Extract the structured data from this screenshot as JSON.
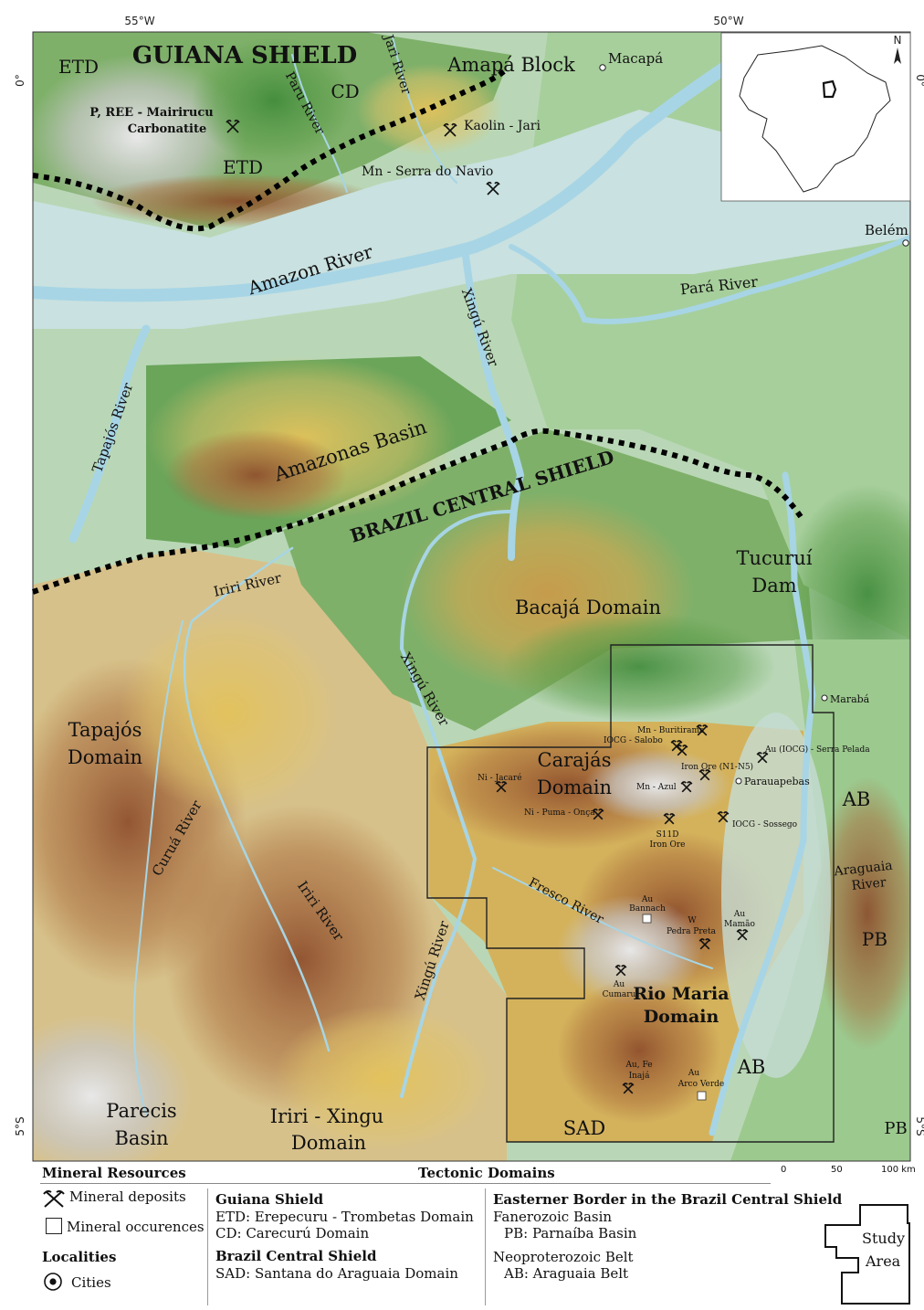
{
  "coords": {
    "top": [
      "55°W",
      "50°W"
    ],
    "left": [
      "0°",
      "5°S"
    ],
    "right": [
      "0°",
      "5°S"
    ]
  },
  "regions": {
    "guiana_shield": "GUIANA SHIELD",
    "brazil_central_shield": "BRAZIL CENTRAL SHIELD",
    "etd_1": "ETD",
    "etd_2": "ETD",
    "cd": "CD",
    "amapa_block": "Amapá Block",
    "amazonas_basin": "Amazonas Basin",
    "bacaja": "Bacajá Domain",
    "tapajos_1": "Tapajós",
    "tapajos_2": "Domain",
    "carajas_1": "Carajás",
    "carajas_2": "Domain",
    "rio_maria_1": "Rio Maria",
    "rio_maria_2": "Domain",
    "tucurui_1": "Tucuruí",
    "tucurui_2": "Dam",
    "parecis_1": "Parecis",
    "parecis_2": "Basin",
    "iriri_xingu_1": "Iriri - Xingu",
    "iriri_xingu_2": "Domain",
    "sad": "SAD",
    "ab_1": "AB",
    "ab_2": "AB",
    "pb_1": "PB",
    "pb_2": "PB"
  },
  "rivers": {
    "amazon": "Amazon River",
    "para": "Pará River",
    "xingu_1": "Xingú River",
    "xingu_2": "Xingú River",
    "xingu_3": "Xingú River",
    "tapajos": "Tapajós River",
    "iriri_1": "Iriri River",
    "iriri_2": "Iriri River",
    "curua": "Curuá River",
    "jari": "Jari River",
    "paru": "Paru River",
    "fresco": "Fresco River",
    "araguaia_1": "Araguaia",
    "araguaia_2": "River"
  },
  "cities": {
    "macapa": "Macapá",
    "belem": "Belém",
    "maraba": "Marabá",
    "parauapebas": "Parauapebas"
  },
  "deposits": {
    "mairirucu_1": "P, REE - Mairirucu",
    "mairirucu_2": "Carbonatite",
    "kaolin": "Kaolin - Jari",
    "serra_navio": "Mn - Serra do Navio",
    "buritirama": "Mn - Buritirama",
    "salobo": "IOCG - Salobo",
    "serra_pelada": "Au (IOCG) - Serra Pelada",
    "iron_ore_n": "Iron Ore (N1-N5)",
    "mn_azul": "Mn - Azul",
    "ni_jacare": "Ni - Jacaré",
    "ni_puma": "Ni - Puma - Onça",
    "sossego": "IOCG - Sossego",
    "s11d_1": "S11D",
    "s11d_2": "Iron Ore",
    "bannach_1": "Au",
    "bannach_2": "Bannach",
    "pedra_preta_1": "W",
    "pedra_preta_2": "Pedra Preta",
    "mamao_1": "Au",
    "mamao_2": "Mamão",
    "cumaru_1": "Au",
    "cumaru_2": "Cumaru",
    "inaja_1": "Au, Fe",
    "inaja_2": "Inajá",
    "arco_verde_1": "Au",
    "arco_verde_2": "Arco Verde"
  },
  "scalebar": {
    "t0": "0",
    "t1": "50",
    "t2": "100 km"
  },
  "inset_north": "N",
  "legend": {
    "mineral_title": "Mineral Resources",
    "mineral_deposits": "Mineral deposits",
    "mineral_occurrences": "Mineral occurences",
    "localities_title": "Localities",
    "cities": "Cities",
    "tectonic_title": "Tectonic Domains",
    "guiana_title": "Guiana Shield",
    "etd": "ETD: Erepecuru - Trombetas Domain",
    "cd": "CD: Carecurú Domain",
    "brazil_title": "Brazil Central Shield",
    "sad": "SAD: Santana do Araguaia Domain",
    "eastern_title": "Easterner Border in the Brazil Central Shield",
    "fanerozoic": "Fanerozoic Basin",
    "pb": "PB: Parnaíba Basin",
    "neoproterozoic": "Neoproterozoic Belt",
    "ab": "AB: Araguaia Belt",
    "study_1": "Study",
    "study_2": "Area"
  }
}
